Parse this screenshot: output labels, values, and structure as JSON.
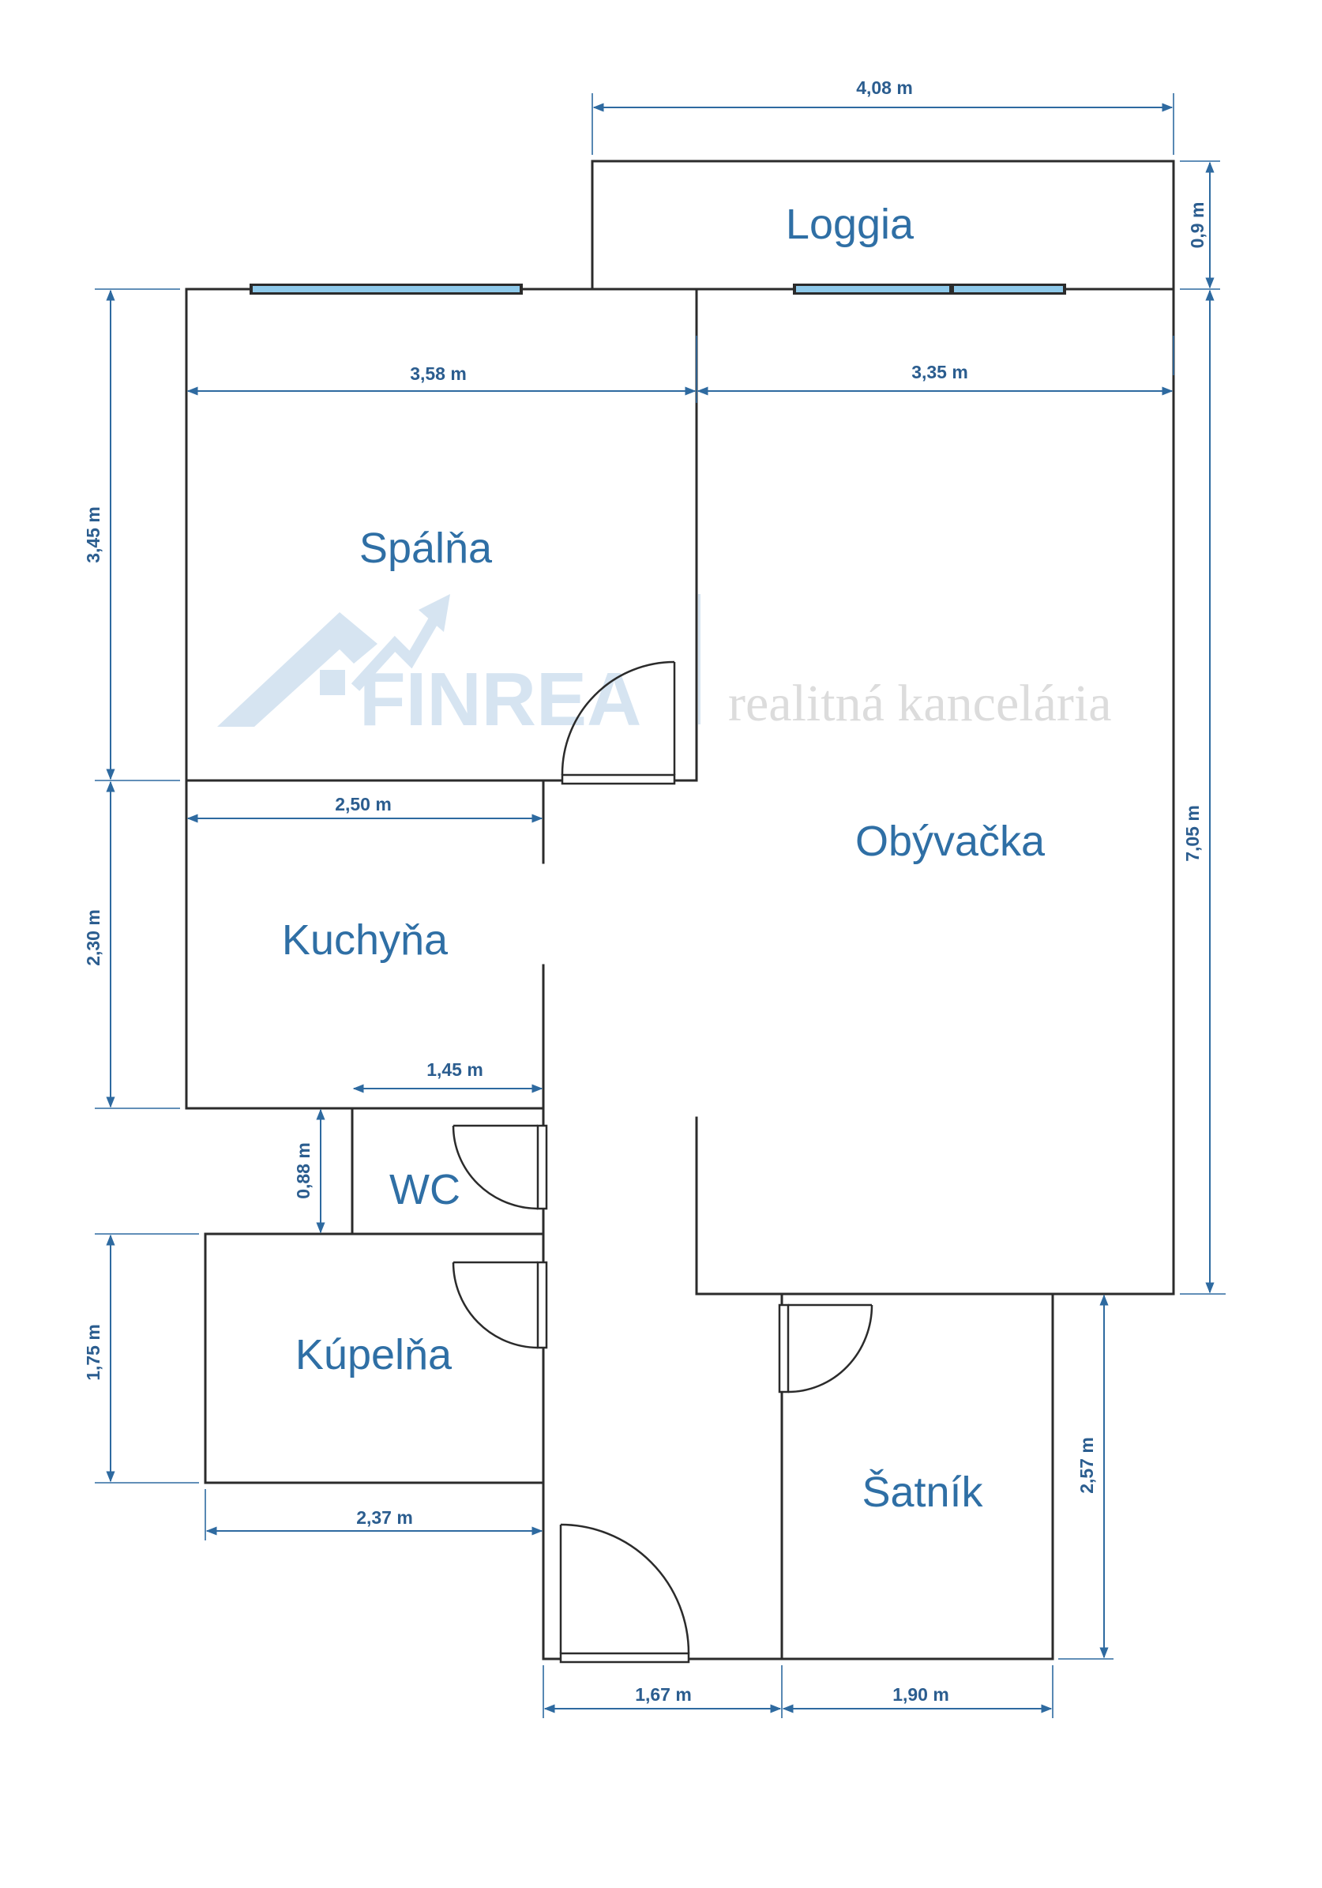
{
  "colors": {
    "wall": "#2b2b2b",
    "dimension": "#2e6aa0",
    "room_label": "#2f6fa5",
    "window": "#8ec9ea",
    "watermark": "#d6e4f1"
  },
  "watermark": {
    "logo_text": "FINREA",
    "tagline": "realitná kancelária"
  },
  "rooms": {
    "loggia": "Loggia",
    "spalna": "Spálňa",
    "obyvacka": "Obývačka",
    "kuchyna": "Kuchyňa",
    "wc": "WC",
    "kupelna": "Kúpelňa",
    "satnik": "Šatník"
  },
  "dimensions": {
    "loggia_width": "4,08 m",
    "loggia_depth": "0,9 m",
    "spalna_width": "3,58 m",
    "obyvacka_width": "3,35 m",
    "spalna_depth": "3,45 m",
    "obyvacka_depth": "7,05 m",
    "kuchyna_width": "2,50 m",
    "kuchyna_depth": "2,30 m",
    "wc_width": "1,45 m",
    "wc_depth": "0,88 m",
    "kupelna_depth": "1,75 m",
    "kupelna_width": "2,37 m",
    "satnik_depth": "2,57 m",
    "hall_width": "1,67 m",
    "satnik_width": "1,90 m"
  }
}
